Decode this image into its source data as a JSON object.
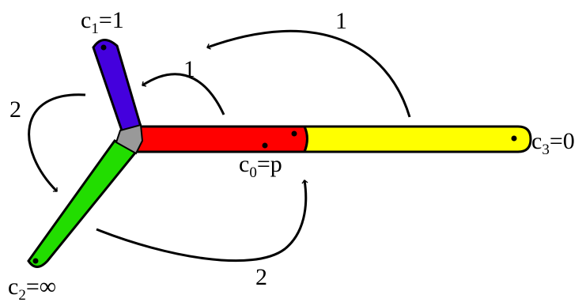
{
  "colors": {
    "red_segment": "#ff0000",
    "yellow_segment": "#ffff00",
    "blue_segment": "#4400dd",
    "green_segment": "#22dd00",
    "junction": "#999999",
    "outline": "#000000"
  },
  "labels": {
    "c1": {
      "base": "c",
      "sub": "1",
      "rest": "=1"
    },
    "c2": {
      "base": "c",
      "sub": "2",
      "rest": "=∞"
    },
    "c3": {
      "base": "c",
      "sub": "3",
      "rest": "=0"
    },
    "c0": {
      "base": "c",
      "sub": "0",
      "rest": "=p"
    }
  },
  "arrow_labels": {
    "top_long": "1",
    "top_short": "1",
    "left": "2",
    "bottom": "2"
  }
}
